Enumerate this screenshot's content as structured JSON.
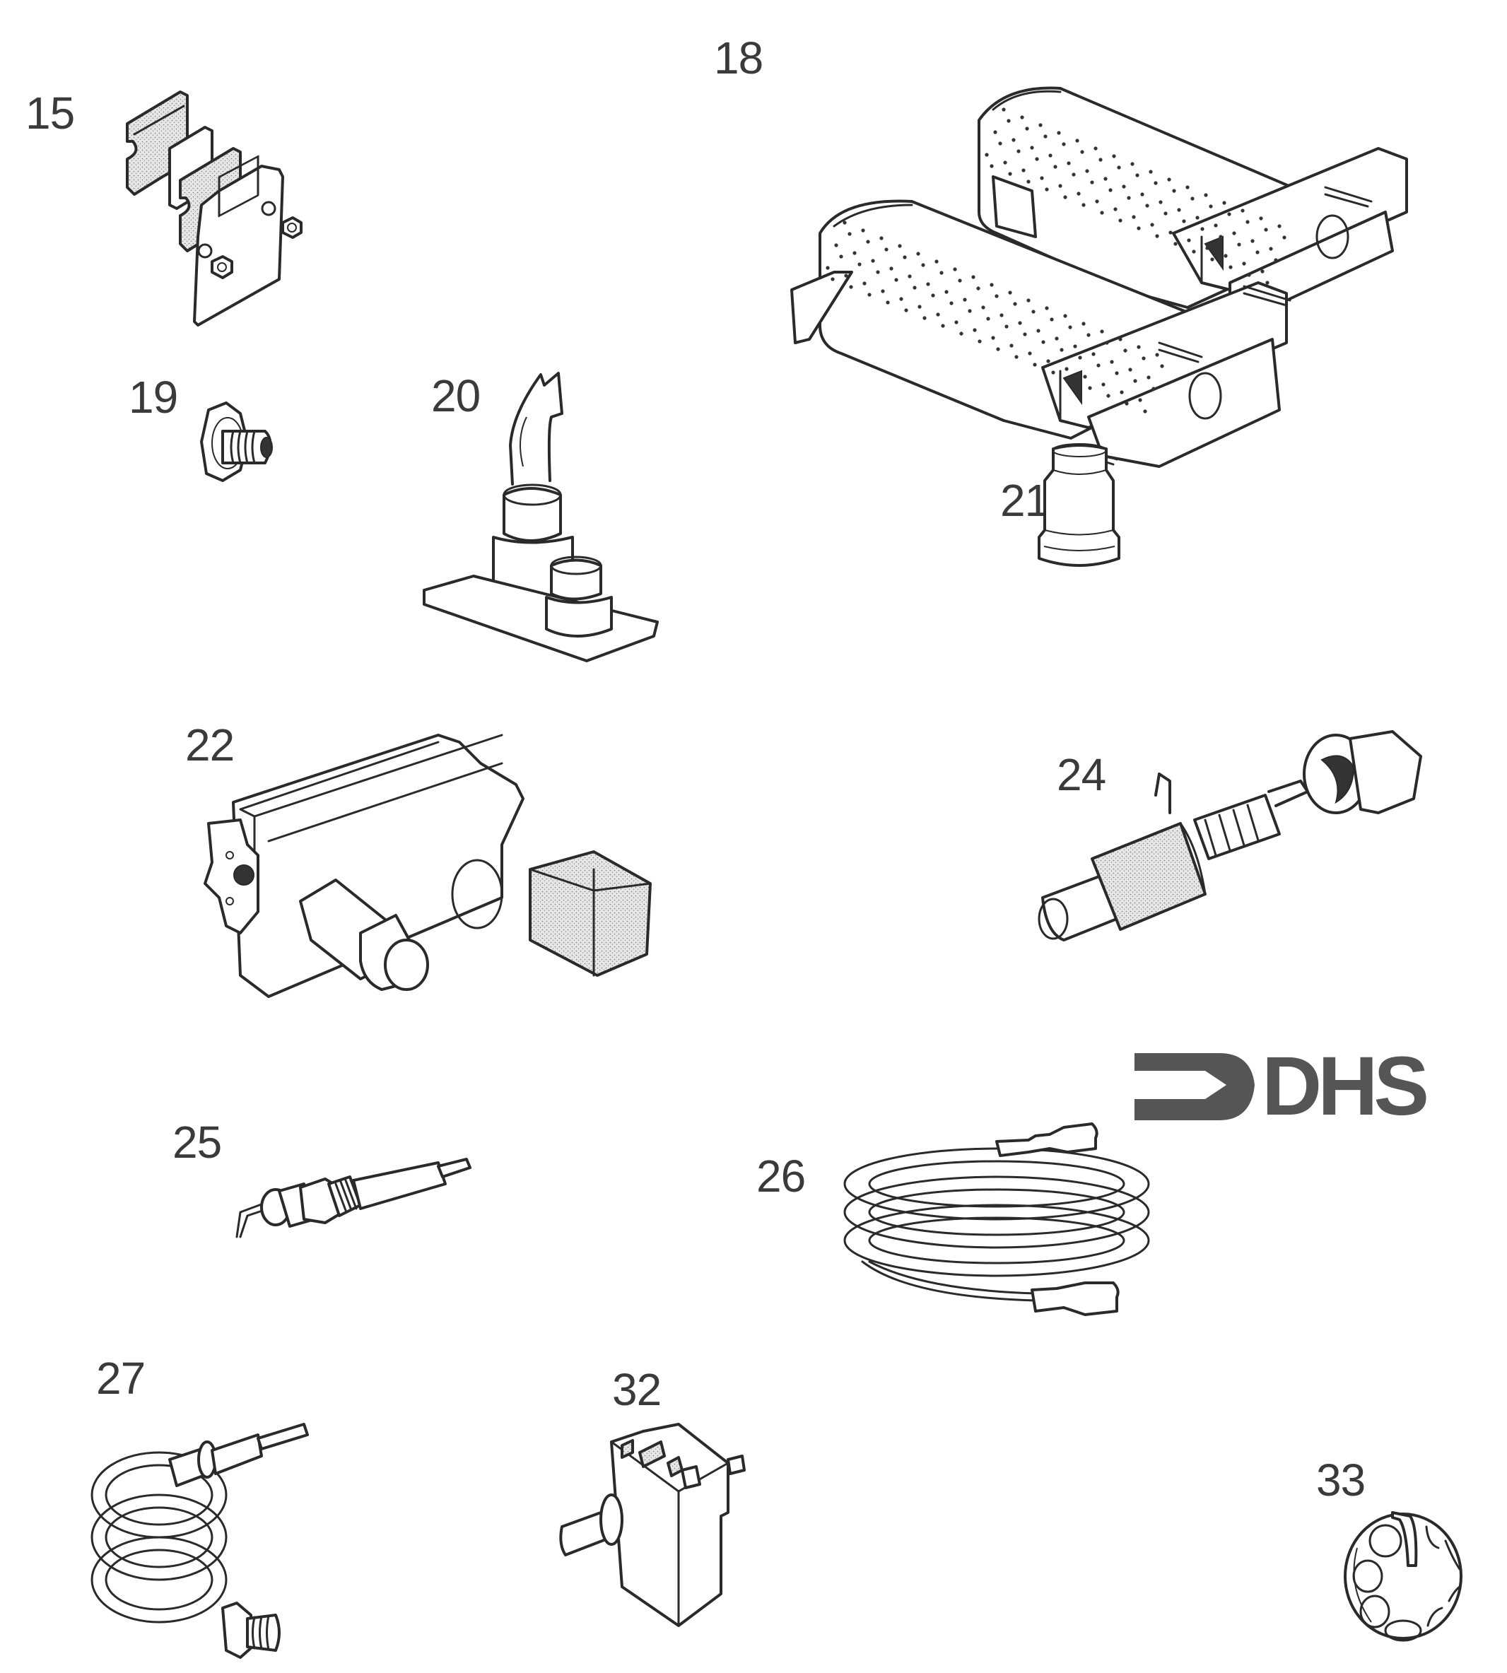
{
  "diagram": {
    "parts": [
      {
        "number": "15",
        "name": "gasket-and-plate-set"
      },
      {
        "number": "18",
        "name": "burner-pair"
      },
      {
        "number": "19",
        "name": "injector-nipple"
      },
      {
        "number": "20",
        "name": "pilot-burner"
      },
      {
        "number": "21",
        "name": "electrode-insulator"
      },
      {
        "number": "22",
        "name": "gas-valve"
      },
      {
        "number": "24",
        "name": "piezo-igniter"
      },
      {
        "number": "25",
        "name": "ignition-electrode"
      },
      {
        "number": "26",
        "name": "ignition-lead"
      },
      {
        "number": "27",
        "name": "thermocouple"
      },
      {
        "number": "32",
        "name": "rotary-switch"
      },
      {
        "number": "33",
        "name": "control-knob"
      }
    ],
    "logo": {
      "text": "DHS",
      "color": "#555555"
    }
  },
  "colors": {
    "line": "#2a2a2a",
    "label": "#3a3a3a",
    "background": "#ffffff"
  }
}
